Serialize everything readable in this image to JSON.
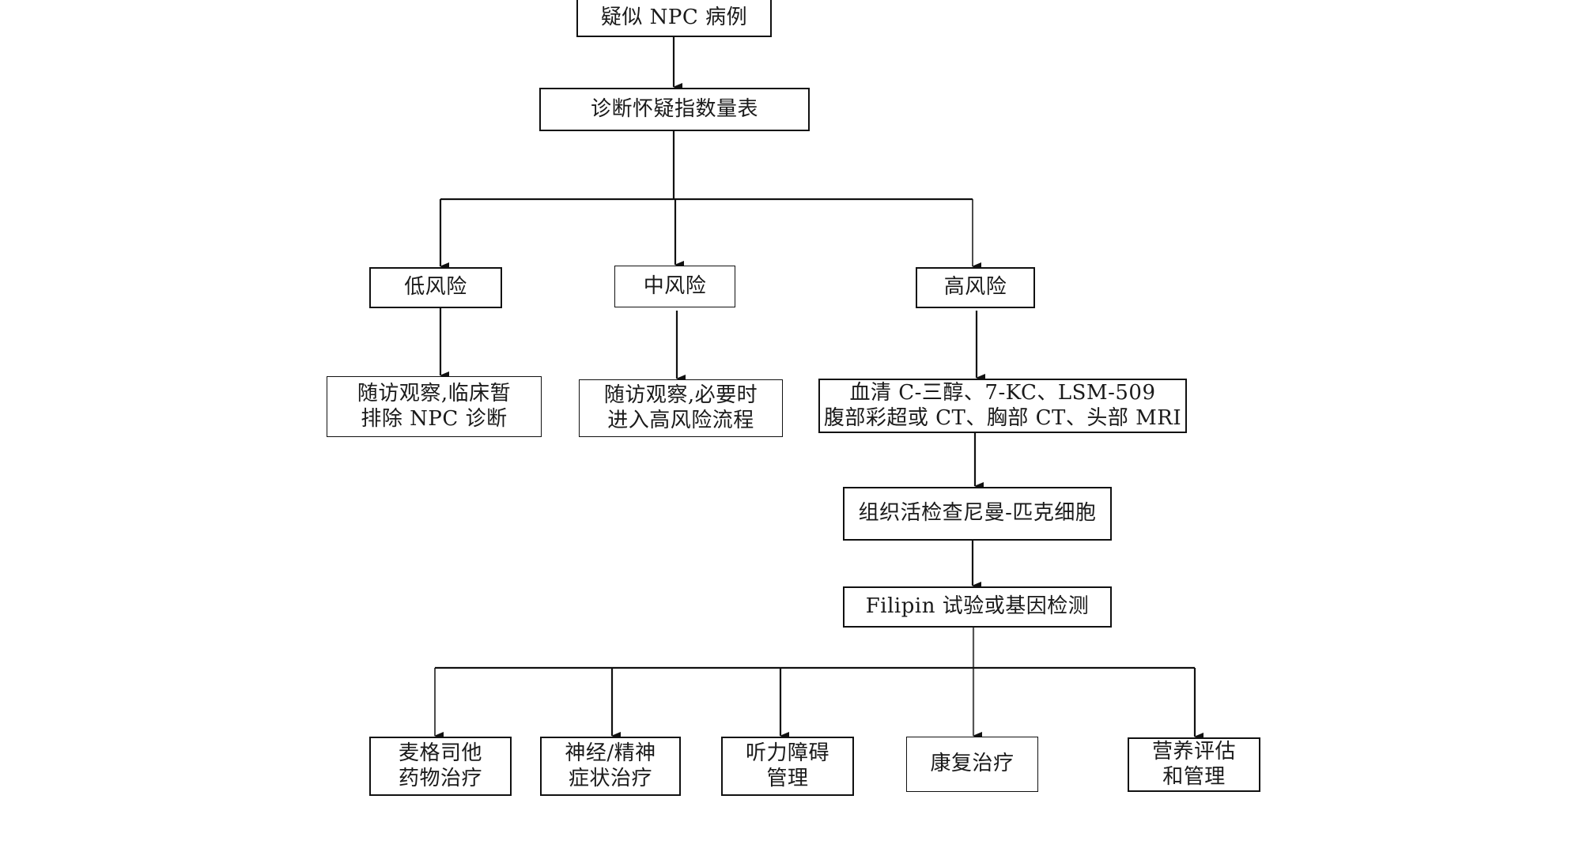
{
  "diagram": {
    "type": "flowchart",
    "nodes": {
      "suspected": {
        "lines": [
          "疑似 NPC 病例"
        ]
      },
      "index_scale": {
        "lines": [
          "诊断怀疑指数量表"
        ]
      },
      "low_risk": {
        "lines": [
          "低风险"
        ]
      },
      "mid_risk": {
        "lines": [
          "中风险"
        ]
      },
      "high_risk": {
        "lines": [
          "高风险"
        ]
      },
      "low_action": {
        "lines": [
          "随访观察,临床暂",
          "排除 NPC 诊断"
        ]
      },
      "mid_action": {
        "lines": [
          "随访观察,必要时",
          "进入高风险流程"
        ]
      },
      "high_action": {
        "lines": [
          "血清 C-三醇、7-KC、LSM-509",
          "腹部彩超或 CT、胸部 CT、头部 MRI"
        ]
      },
      "biopsy": {
        "lines": [
          "组织活检查尼曼-匹克细胞"
        ]
      },
      "filipin": {
        "lines": [
          "Filipin 试验或基因检测"
        ]
      },
      "miglustat": {
        "lines": [
          "麦格司他",
          "药物治疗"
        ]
      },
      "neuro": {
        "lines": [
          "神经/精神",
          "症状治疗"
        ]
      },
      "hearing": {
        "lines": [
          "听力障碍",
          "管理"
        ]
      },
      "rehab": {
        "lines": [
          "康复治疗"
        ]
      },
      "nutrition": {
        "lines": [
          "营养评估",
          "和管理"
        ]
      }
    },
    "edges": [
      [
        "suspected",
        "index_scale"
      ],
      [
        "index_scale",
        "low_risk"
      ],
      [
        "index_scale",
        "mid_risk"
      ],
      [
        "index_scale",
        "high_risk"
      ],
      [
        "low_risk",
        "low_action"
      ],
      [
        "mid_risk",
        "mid_action"
      ],
      [
        "high_risk",
        "high_action"
      ],
      [
        "high_action",
        "biopsy"
      ],
      [
        "biopsy",
        "filipin"
      ],
      [
        "filipin",
        "miglustat"
      ],
      [
        "filipin",
        "neuro"
      ],
      [
        "filipin",
        "hearing"
      ],
      [
        "filipin",
        "rehab"
      ],
      [
        "filipin",
        "nutrition"
      ]
    ],
    "colors": {
      "line": "#111111",
      "background": "#ffffff"
    }
  }
}
